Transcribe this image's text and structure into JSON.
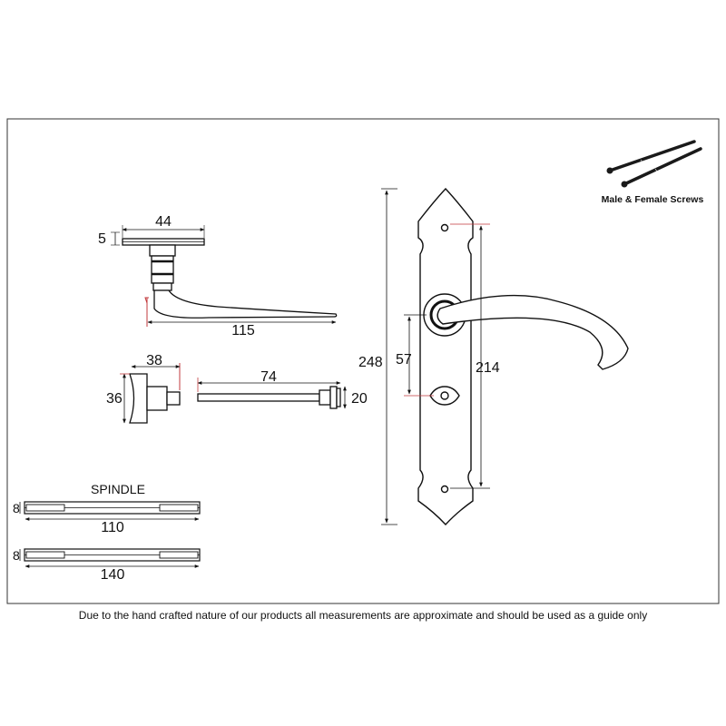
{
  "dimensions": {
    "handle_width": "44",
    "rose_thickness": "5",
    "lever_length": "115",
    "turn_width": "38",
    "turn_height": "36",
    "bar_length": "74",
    "bar_height": "20",
    "plate_height": "248",
    "fixing_centres": "214",
    "spindle_offset": "57",
    "spindle_short_length": "110",
    "spindle_short_size": "8",
    "spindle_long_length": "140",
    "spindle_long_size": "8"
  },
  "labels": {
    "spindle": "SPINDLE",
    "screws": "Male & Female Screws"
  },
  "disclaimer": "Due to the hand crafted nature of our products all measurements are approximate and should be used as a guide only",
  "colors": {
    "line": "#111111",
    "accent_red": "#c2393c",
    "frame": "#333333"
  }
}
